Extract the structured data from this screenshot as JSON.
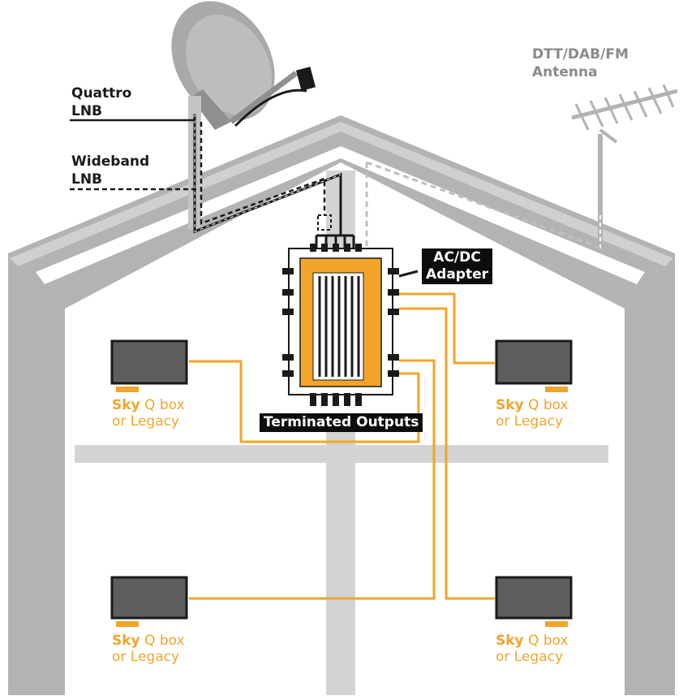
{
  "labels": {
    "quattro_line1": "Quattro",
    "quattro_line2": "LNB",
    "wideband_line1": "Wideband",
    "wideband_line2": "LNB",
    "antenna_line1": "DTT/DAB/FM",
    "antenna_line2": "Antenna",
    "adapter_line1": "AC/DC",
    "adapter_line2": "Adapter",
    "outputs": "Terminated Outputs"
  },
  "rooms": [
    {
      "brand": "Sky",
      "rest": " Q box",
      "line2": "or Legacy"
    },
    {
      "brand": "Sky",
      "rest": " Q box",
      "line2": "or Legacy"
    },
    {
      "brand": "Sky",
      "rest": " Q box",
      "line2": "or Legacy"
    },
    {
      "brand": "Sky",
      "rest": " Q box",
      "line2": "or Legacy"
    }
  ],
  "colors": {
    "house": "#b3b3b3",
    "house_light": "#d4d4d4",
    "cable_orange": "#f2a52a",
    "multiswitch_body": "#f2a52a",
    "text_dark": "#1a1a1a",
    "text_grey": "#8a8a8a"
  }
}
